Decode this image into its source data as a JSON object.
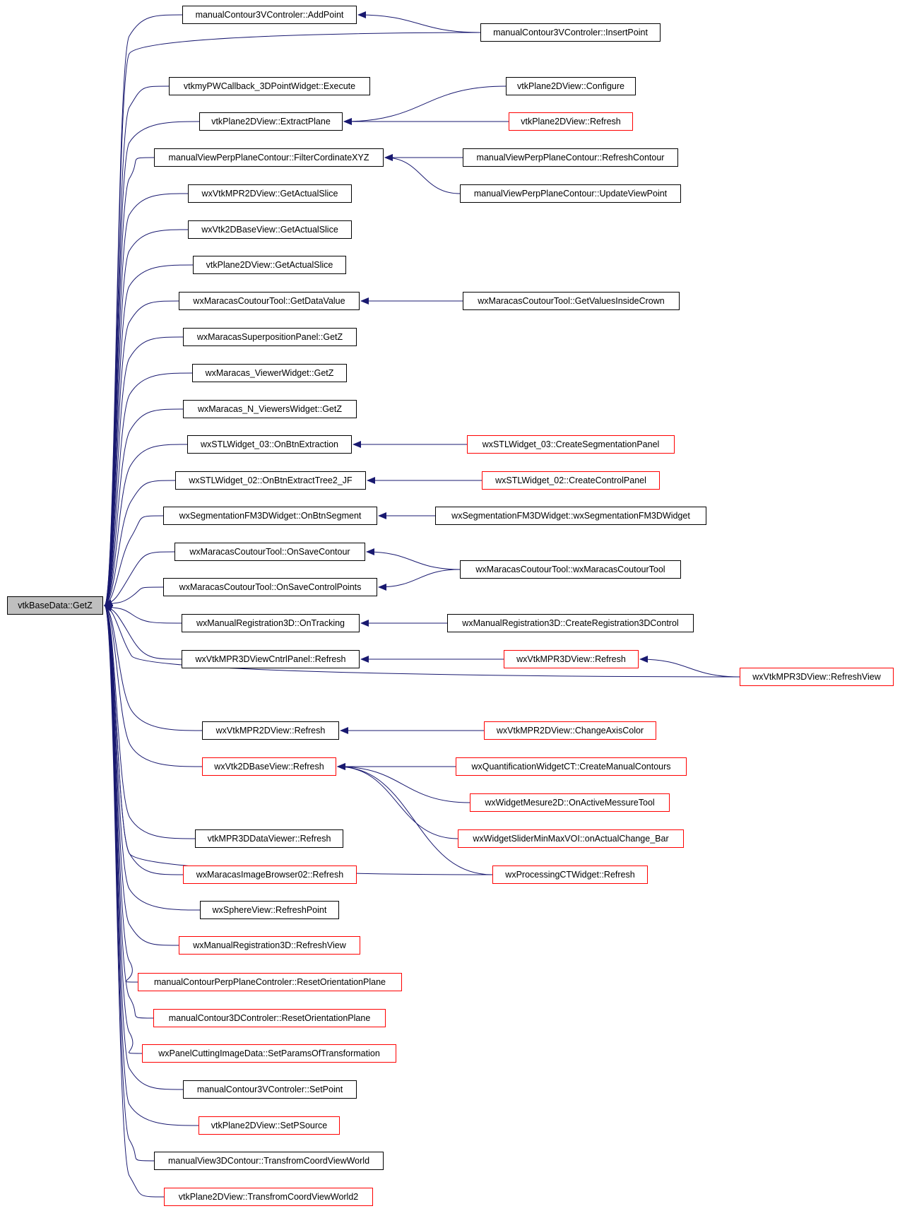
{
  "graph": {
    "colors": {
      "edge": "#191970",
      "normal_border": "#000000",
      "truncated_border": "#ff0000",
      "root_fill": "#bfbfbf"
    },
    "root": {
      "id": "root",
      "label": "vtkBaseData::GetZ"
    },
    "nodes": [
      {
        "id": "addpoint",
        "label": "manualContour3VControler::AddPoint",
        "truncated": false
      },
      {
        "id": "insertpoint",
        "label": "manualContour3VControler::InsertPoint",
        "truncated": false
      },
      {
        "id": "execute",
        "label": "vtkmyPWCallback_3DPointWidget::Execute",
        "truncated": false
      },
      {
        "id": "configure",
        "label": "vtkPlane2DView::Configure",
        "truncated": false
      },
      {
        "id": "extractplane",
        "label": "vtkPlane2DView::ExtractPlane",
        "truncated": false
      },
      {
        "id": "plane2drefresh",
        "label": "vtkPlane2DView::Refresh",
        "truncated": true
      },
      {
        "id": "filtercord",
        "label": "manualViewPerpPlaneContour::FilterCordinateXYZ",
        "truncated": false
      },
      {
        "id": "refreshcontour",
        "label": "manualViewPerpPlaneContour::RefreshContour",
        "truncated": false
      },
      {
        "id": "updateviewpoint",
        "label": "manualViewPerpPlaneContour::UpdateViewPoint",
        "truncated": false
      },
      {
        "id": "mpr2dslice",
        "label": "wxVtkMPR2DView::GetActualSlice",
        "truncated": false
      },
      {
        "id": "base2dslice",
        "label": "wxVtk2DBaseView::GetActualSlice",
        "truncated": false
      },
      {
        "id": "plane2dslice",
        "label": "vtkPlane2DView::GetActualSlice",
        "truncated": false
      },
      {
        "id": "getdatavalue",
        "label": "wxMaracasCoutourTool::GetDataValue",
        "truncated": false
      },
      {
        "id": "getvaluescrown",
        "label": "wxMaracasCoutourTool::GetValuesInsideCrown",
        "truncated": false
      },
      {
        "id": "superposgetz",
        "label": "wxMaracasSuperpositionPanel::GetZ",
        "truncated": false
      },
      {
        "id": "viewerwidgetgetz",
        "label": "wxMaracas_ViewerWidget::GetZ",
        "truncated": false
      },
      {
        "id": "nviewersgetz",
        "label": "wxMaracas_N_ViewersWidget::GetZ",
        "truncated": false
      },
      {
        "id": "stl03btn",
        "label": "wxSTLWidget_03::OnBtnExtraction",
        "truncated": false
      },
      {
        "id": "stl03create",
        "label": "wxSTLWidget_03::CreateSegmentationPanel",
        "truncated": true
      },
      {
        "id": "stl02btn",
        "label": "wxSTLWidget_02::OnBtnExtractTree2_JF",
        "truncated": false
      },
      {
        "id": "stl02create",
        "label": "wxSTLWidget_02::CreateControlPanel",
        "truncated": true
      },
      {
        "id": "fm3dsegment",
        "label": "wxSegmentationFM3DWidget::OnBtnSegment",
        "truncated": false
      },
      {
        "id": "fm3dctor",
        "label": "wxSegmentationFM3DWidget::wxSegmentationFM3DWidget",
        "truncated": false
      },
      {
        "id": "savecontour",
        "label": "wxMaracasCoutourTool::OnSaveContour",
        "truncated": false
      },
      {
        "id": "coutourctor",
        "label": "wxMaracasCoutourTool::wxMaracasCoutourTool",
        "truncated": false
      },
      {
        "id": "savecontrolpoints",
        "label": "wxMaracasCoutourTool::OnSaveControlPoints",
        "truncated": false
      },
      {
        "id": "ontracking",
        "label": "wxManualRegistration3D::OnTracking",
        "truncated": false
      },
      {
        "id": "createreg3d",
        "label": "wxManualRegistration3D::CreateRegistration3DControl",
        "truncated": false
      },
      {
        "id": "mpr3dcntrlrefresh",
        "label": "wxVtkMPR3DViewCntrlPanel::Refresh",
        "truncated": false
      },
      {
        "id": "mpr3drefresh",
        "label": "wxVtkMPR3DView::Refresh",
        "truncated": true
      },
      {
        "id": "mpr3drefreshview",
        "label": "wxVtkMPR3DView::RefreshView",
        "truncated": true
      },
      {
        "id": "mpr2drefresh",
        "label": "wxVtkMPR2DView::Refresh",
        "truncated": false
      },
      {
        "id": "changeaxiscolor",
        "label": "wxVtkMPR2DView::ChangeAxisColor",
        "truncated": true
      },
      {
        "id": "base2drefresh",
        "label": "wxVtk2DBaseView::Refresh",
        "truncated": true
      },
      {
        "id": "createmanualcontours",
        "label": "wxQuantificationWidgetCT::CreateManualContours",
        "truncated": true
      },
      {
        "id": "onactivemesure",
        "label": "wxWidgetMesure2D::OnActiveMessureTool",
        "truncated": true
      },
      {
        "id": "onactualchange",
        "label": "wxWidgetSliderMinMaxVOI::onActualChange_Bar",
        "truncated": true
      },
      {
        "id": "processingct",
        "label": "wxProcessingCTWidget::Refresh",
        "truncated": true
      },
      {
        "id": "mpr3ddataviewer",
        "label": "vtkMPR3DDataViewer::Refresh",
        "truncated": false
      },
      {
        "id": "imagebrowser02",
        "label": "wxMaracasImageBrowser02::Refresh",
        "truncated": true
      },
      {
        "id": "sphererefresh",
        "label": "wxSphereView::RefreshPoint",
        "truncated": false
      },
      {
        "id": "reg3drefreshview",
        "label": "wxManualRegistration3D::RefreshView",
        "truncated": true
      },
      {
        "id": "perpreset",
        "label": "manualContourPerpPlaneControler::ResetOrientationPlane",
        "truncated": true
      },
      {
        "id": "c3dreset",
        "label": "manualContour3DControler::ResetOrientationPlane",
        "truncated": true
      },
      {
        "id": "cuttingparams",
        "label": "wxPanelCuttingImageData::SetParamsOfTransformation",
        "truncated": true
      },
      {
        "id": "setpoint",
        "label": "manualContour3VControler::SetPoint",
        "truncated": false
      },
      {
        "id": "setpsource",
        "label": "vtkPlane2DView::SetPSource",
        "truncated": true
      },
      {
        "id": "transform3d",
        "label": "manualView3DContour::TransfromCoordViewWorld",
        "truncated": false
      },
      {
        "id": "transform2",
        "label": "vtkPlane2DView::TransfromCoordViewWorld2",
        "truncated": true
      }
    ],
    "edges": [
      [
        "addpoint",
        "root"
      ],
      [
        "insertpoint",
        "addpoint"
      ],
      [
        "insertpoint",
        "root"
      ],
      [
        "execute",
        "root"
      ],
      [
        "extractplane",
        "root"
      ],
      [
        "configure",
        "extractplane"
      ],
      [
        "plane2drefresh",
        "extractplane"
      ],
      [
        "filtercord",
        "root"
      ],
      [
        "refreshcontour",
        "filtercord"
      ],
      [
        "updateviewpoint",
        "filtercord"
      ],
      [
        "mpr2dslice",
        "root"
      ],
      [
        "base2dslice",
        "root"
      ],
      [
        "plane2dslice",
        "root"
      ],
      [
        "getdatavalue",
        "root"
      ],
      [
        "getvaluescrown",
        "getdatavalue"
      ],
      [
        "superposgetz",
        "root"
      ],
      [
        "viewerwidgetgetz",
        "root"
      ],
      [
        "nviewersgetz",
        "root"
      ],
      [
        "stl03btn",
        "root"
      ],
      [
        "stl03create",
        "stl03btn"
      ],
      [
        "stl02btn",
        "root"
      ],
      [
        "stl02create",
        "stl02btn"
      ],
      [
        "fm3dsegment",
        "root"
      ],
      [
        "fm3dctor",
        "fm3dsegment"
      ],
      [
        "savecontour",
        "root"
      ],
      [
        "coutourctor",
        "savecontour"
      ],
      [
        "savecontrolpoints",
        "root"
      ],
      [
        "coutourctor",
        "savecontrolpoints"
      ],
      [
        "ontracking",
        "root"
      ],
      [
        "createreg3d",
        "ontracking"
      ],
      [
        "mpr3dcntrlrefresh",
        "root"
      ],
      [
        "mpr3drefresh",
        "mpr3dcntrlrefresh"
      ],
      [
        "mpr3drefreshview",
        "mpr3drefresh"
      ],
      [
        "mpr3drefreshview",
        "root"
      ],
      [
        "mpr2drefresh",
        "root"
      ],
      [
        "changeaxiscolor",
        "mpr2drefresh"
      ],
      [
        "base2drefresh",
        "root"
      ],
      [
        "createmanualcontours",
        "base2drefresh"
      ],
      [
        "onactivemesure",
        "base2drefresh"
      ],
      [
        "onactualchange",
        "base2drefresh"
      ],
      [
        "processingct",
        "base2drefresh"
      ],
      [
        "processingct",
        "root"
      ],
      [
        "mpr3ddataviewer",
        "root"
      ],
      [
        "imagebrowser02",
        "root"
      ],
      [
        "sphererefresh",
        "root"
      ],
      [
        "reg3drefreshview",
        "root"
      ],
      [
        "perpreset",
        "root"
      ],
      [
        "c3dreset",
        "root"
      ],
      [
        "cuttingparams",
        "root"
      ],
      [
        "setpoint",
        "root"
      ],
      [
        "setpsource",
        "root"
      ],
      [
        "transform3d",
        "root"
      ],
      [
        "transform2",
        "root"
      ]
    ]
  }
}
